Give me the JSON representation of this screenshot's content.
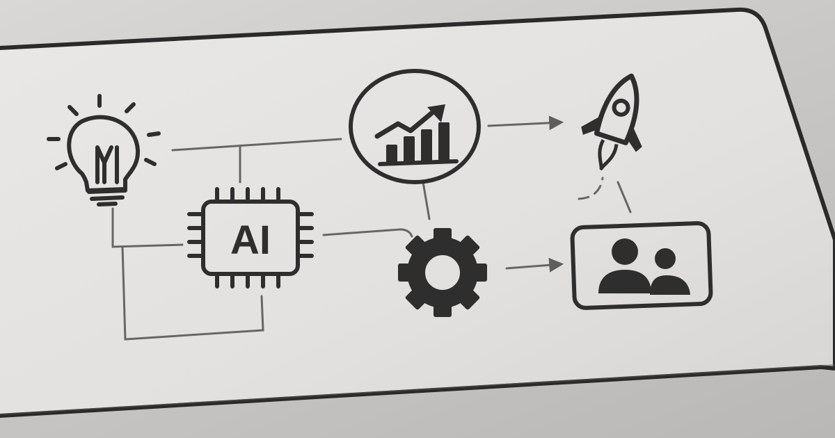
{
  "diagram": {
    "ai_chip_label": "AI",
    "nodes": [
      {
        "id": "idea",
        "icon": "lightbulb-icon"
      },
      {
        "id": "ai",
        "icon": "ai-chip-icon"
      },
      {
        "id": "growth",
        "icon": "growth-chart-icon"
      },
      {
        "id": "settings",
        "icon": "gear-icon"
      },
      {
        "id": "launch",
        "icon": "rocket-icon"
      },
      {
        "id": "team",
        "icon": "team-users-icon"
      }
    ],
    "colors": {
      "ink": "#2e2e2e",
      "line": "#6a6a6a",
      "panel": "#e6e5e3",
      "frame": "#2a2a2a"
    }
  }
}
